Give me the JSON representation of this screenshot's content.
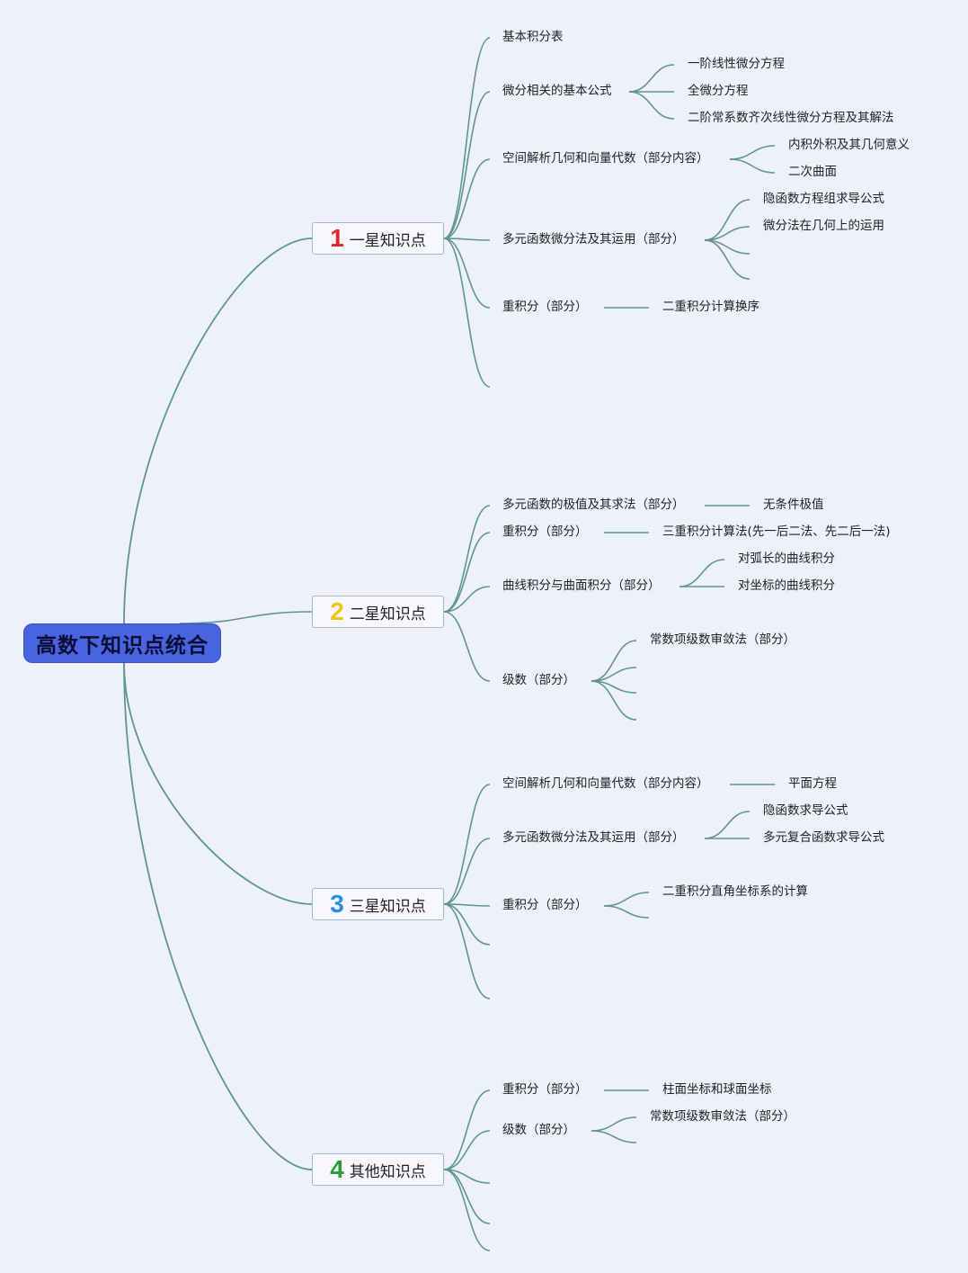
{
  "root": {
    "label": "高数下知识点统合"
  },
  "branches": [
    {
      "num": "1",
      "num_color": "#e0242a",
      "label": "一星知识点",
      "topics": [
        {
          "label": "基本积分表",
          "subs": []
        },
        {
          "label": "微分相关的基本公式",
          "subs": [
            "一阶线性微分方程",
            "全微分方程",
            "二阶常系数齐次线性微分方程及其解法"
          ]
        },
        {
          "label": "空间解析几何和向量代数（部分内容）",
          "subs": [
            "内积外积及其几何意义",
            "二次曲面"
          ]
        },
        {
          "label": "多元函数微分法及其运用（部分）",
          "subs": [
            "隐函数方程组求导公式",
            "微分法在几何上的运用",
            "",
            ""
          ]
        },
        {
          "label": "重积分（部分）",
          "subs": [
            "二重积分计算换序"
          ]
        },
        {
          "label": "",
          "subs": []
        }
      ]
    },
    {
      "num": "2",
      "num_color": "#f3c317",
      "label": "二星知识点",
      "topics": [
        {
          "label": "多元函数的极值及其求法（部分）",
          "subs": [
            "无条件极值"
          ]
        },
        {
          "label": "重积分（部分）",
          "subs": [
            "三重积分计算法(先一后二法、先二后一法)"
          ]
        },
        {
          "label": "曲线积分与曲面积分（部分）",
          "subs": [
            "对弧长的曲线积分",
            "对坐标的曲线积分"
          ]
        },
        {
          "label": "级数（部分）",
          "subs": [
            "常数项级数审敛法（部分）",
            "",
            ""
          ]
        }
      ]
    },
    {
      "num": "3",
      "num_color": "#2a8ee0",
      "label": "三星知识点",
      "topics": [
        {
          "label": "空间解析几何和向量代数（部分内容）",
          "subs": [
            "平面方程"
          ]
        },
        {
          "label": "多元函数微分法及其运用（部分）",
          "subs": [
            "隐函数求导公式",
            "多元复合函数求导公式"
          ]
        },
        {
          "label": "重积分（部分）",
          "subs": [
            "二重积分直角坐标系的计算",
            ""
          ]
        },
        {
          "label": "",
          "subs": []
        },
        {
          "label": "",
          "subs": []
        }
      ]
    },
    {
      "num": "4",
      "num_color": "#2e9b3b",
      "label": "其他知识点",
      "topics": [
        {
          "label": "重积分（部分）",
          "subs": [
            "柱面坐标和球面坐标"
          ]
        },
        {
          "label": "级数（部分）",
          "subs": [
            "常数项级数审敛法（部分）",
            ""
          ]
        },
        {
          "label": "",
          "subs": []
        },
        {
          "label": "",
          "subs": []
        },
        {
          "label": "",
          "subs": []
        }
      ]
    }
  ],
  "colors": {
    "link": "#5e958f",
    "root_bg": "#4a63de"
  }
}
